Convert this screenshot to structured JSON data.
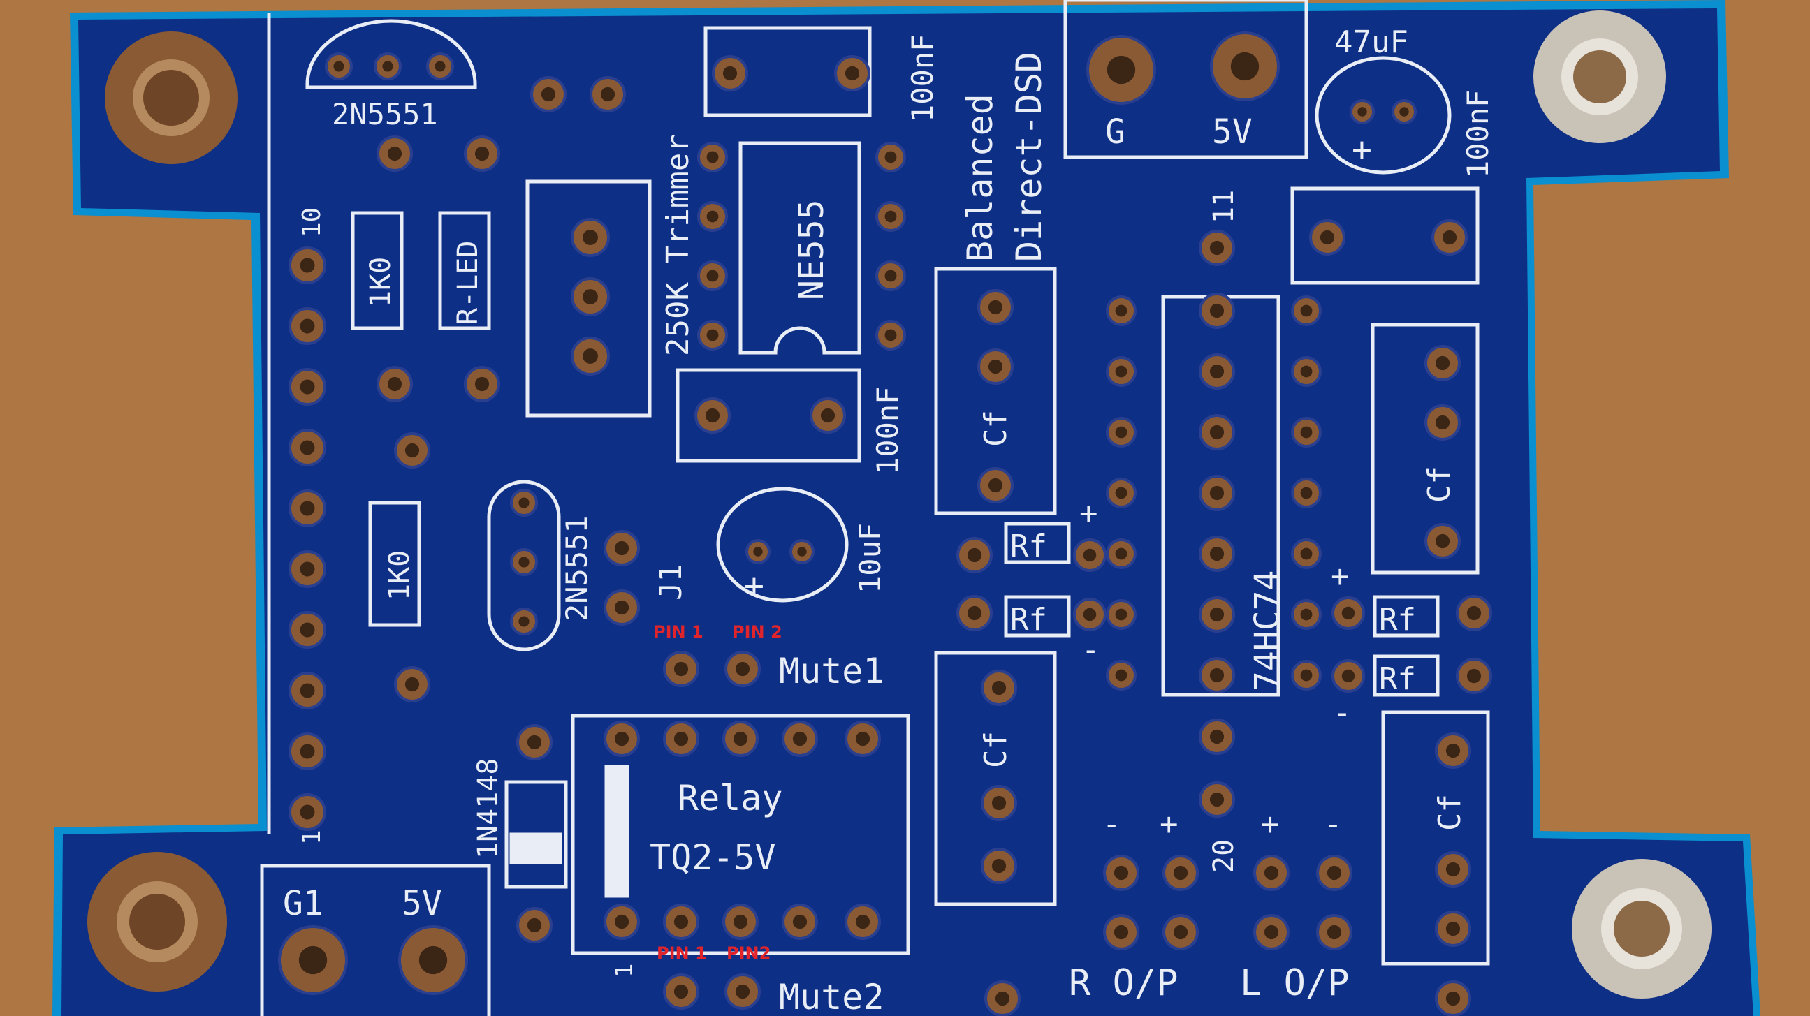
{
  "board": {
    "title_line1": "Balanced",
    "title_line2": "Direct-DSD",
    "colors": {
      "wood": "#b07a45",
      "soldermask": "#0e2f86",
      "soldermask_edge": "#0a8fd0",
      "silkscreen": "#e9eef6",
      "pad_copper": "#8a5a35",
      "annotation_red": "#e0242b"
    }
  },
  "labels": {
    "q1": "2N5551",
    "q2": "2N5551",
    "r1": "1K0",
    "r2": "1K0",
    "r_led": "R-LED",
    "trimmer": "250K Trimmer",
    "ic_timer": "NE555",
    "cap_100nf_top": "100nF",
    "cap_100nf_mid": "100nF",
    "cap_100nf_right": "100nF",
    "cap_47uf": "47uF",
    "cap_10uf": "10uF",
    "pwr_g": "G",
    "pwr_5v": "5V",
    "pwr_g1": "G1",
    "pwr_5v_bottom": "5V",
    "header_pin_top": "10",
    "header_pin_bottom": "1",
    "jumper": "J1",
    "diode": "1N4148",
    "relay_line1": "Relay",
    "relay_line2": "TQ2-5V",
    "relay_pin1": "1",
    "ic_logic": "74HC74",
    "ic_logic_pin_top": "11",
    "ic_logic_pin_bottom": "20",
    "mute1": "Mute1",
    "mute2": "Mute2",
    "r_op": "R O/P",
    "l_op": "L O/P",
    "cf": "Cf",
    "rf": "Rf",
    "plus": "+",
    "minus": "-"
  },
  "annotations": {
    "mute1_pin1": "PIN 1",
    "mute1_pin2": "PIN 2",
    "mute2_pin1": "PIN 1",
    "mute2_pin2": "PIN2"
  }
}
